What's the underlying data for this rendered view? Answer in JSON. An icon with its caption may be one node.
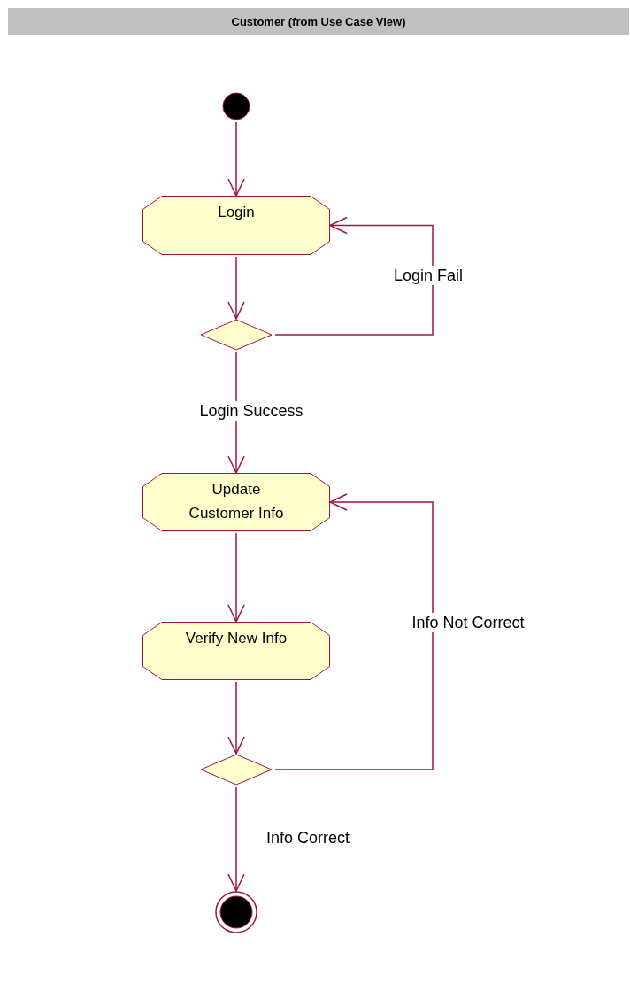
{
  "diagram": {
    "title": "Customer (from Use Case View)",
    "nodes": [
      {
        "text": [],
        "shape": "circle"
      },
      {
        "text": [
          "Login"
        ]
      },
      {
        "text": [],
        "shape": "diamond"
      },
      {
        "text": [
          "Update Customer Info"
        ]
      },
      {
        "text": [
          "Verify New Info"
        ]
      },
      {
        "text": [],
        "shape": "diamond"
      },
      {
        "text": [],
        "shape": "circle"
      }
    ],
    "edges": [
      {
        "from": 0,
        "to": 1,
        "arrow": "to"
      },
      {
        "from": 1,
        "to": 2,
        "arrow": "to"
      },
      {
        "from": 2,
        "to": 1,
        "arrow": "to",
        "label": "Login Fail"
      },
      {
        "from": 2,
        "to": 3,
        "arrow": "to",
        "label": "Login Success"
      },
      {
        "from": 3,
        "to": 4,
        "arrow": "to"
      },
      {
        "from": 4,
        "to": 5,
        "arrow": "to"
      },
      {
        "from": 5,
        "to": 3,
        "arrow": "to",
        "label": "Info Not Correct"
      },
      {
        "from": 5,
        "to": 6,
        "arrow": "to",
        "label": "Info Correct"
      }
    ]
  }
}
